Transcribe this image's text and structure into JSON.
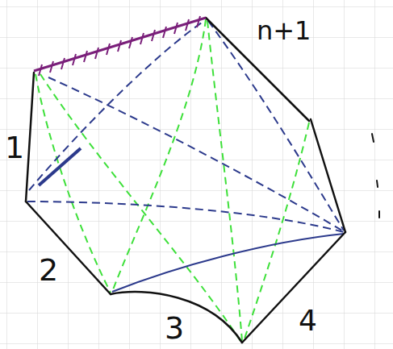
{
  "diagram": {
    "labels": [
      "1",
      "2",
      "3",
      "4",
      "n+1"
    ]
  }
}
